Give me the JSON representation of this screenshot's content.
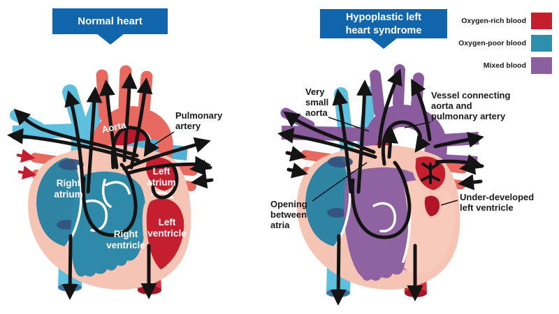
{
  "legend": {
    "items": [
      {
        "name": "oxygen-rich",
        "label": "Oxygen-rich blood",
        "color": "#c41e2f"
      },
      {
        "name": "oxygen-poor",
        "label": "Oxygen-poor blood",
        "color": "#2e8fad"
      },
      {
        "name": "mixed",
        "label": "Mixed blood",
        "color": "#8b5fa0"
      }
    ]
  },
  "normal": {
    "title": "Normal heart",
    "labels": {
      "aorta": "Aorta",
      "pulmonary_artery": [
        "Pulmonary",
        "artery"
      ],
      "right_atrium": [
        "Right",
        "atrium"
      ],
      "left_atrium": [
        "Left",
        "atrium"
      ],
      "right_ventricle": [
        "Right",
        "ventricle"
      ],
      "left_ventricle": [
        "Left",
        "ventricle"
      ]
    }
  },
  "hlhs": {
    "title": [
      "Hypoplastic left",
      "heart syndrome"
    ],
    "labels": {
      "very_small_aorta": [
        "Very",
        "small",
        "aorta"
      ],
      "vessel_connecting": [
        "Vessel connecting",
        "aorta and",
        "pulmonary artery"
      ],
      "opening_between_atria": [
        "Opening",
        "between",
        "atria"
      ],
      "underdeveloped_lv": [
        "Under-developed",
        "left ventricle"
      ]
    }
  },
  "colors": {
    "banner_blue": "#1165ad",
    "oxygen_rich_red": "#c41e2f",
    "oxygen_poor_teal": "#2e8fad",
    "mixed_purple": "#8b5fa0",
    "vein_light_blue": "#5fbfdf",
    "aorta_salmon": "#e8695f",
    "heart_outline_pink": "#f5c4b4",
    "flow_arrow_black": "#141414"
  }
}
